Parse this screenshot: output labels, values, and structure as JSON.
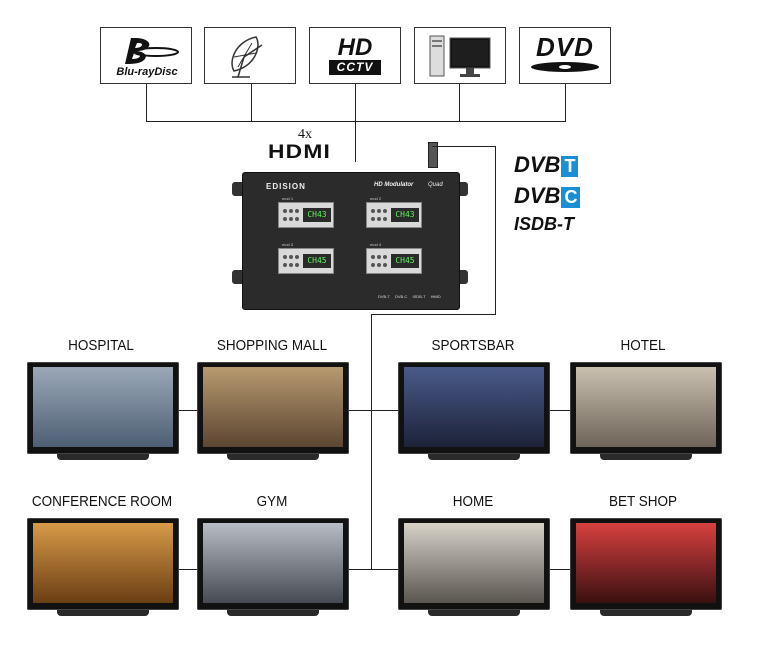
{
  "sources": [
    {
      "id": "bluray",
      "label": "Blu-rayDisc",
      "icon": "bluray-disc-icon"
    },
    {
      "id": "satellite",
      "label": "",
      "icon": "satellite-dish-icon"
    },
    {
      "id": "hdcctv",
      "label_top": "HD",
      "label_bottom": "CCTV",
      "icon": "hd-cctv-icon"
    },
    {
      "id": "pc",
      "label": "",
      "icon": "desktop-computer-icon"
    },
    {
      "id": "dvd",
      "label": "DVD",
      "icon": "dvd-icon"
    }
  ],
  "hdmi": {
    "count": "4x",
    "label": "HDMI"
  },
  "device": {
    "brand": "EDISION",
    "model": "HD Modulator",
    "model_tag": "Quad",
    "modules": [
      {
        "name": "mod 1",
        "channel": "CH43"
      },
      {
        "name": "mod 2",
        "channel": "CH43"
      },
      {
        "name": "mod 3",
        "channel": "CH45"
      },
      {
        "name": "mod 4",
        "channel": "CH45"
      }
    ],
    "output_labels": [
      "DVB-T",
      "DVB-C",
      "ISDB-T",
      "HMID"
    ]
  },
  "standards": {
    "dvbt_main": "DVB",
    "dvbt_box": "T",
    "dvbc_main": "DVB",
    "dvbc_box": "C",
    "isdb": "ISDB-T"
  },
  "locations": [
    {
      "label": "HOSPITAL",
      "color_a": "#9aa8b8",
      "color_b": "#4e5f73"
    },
    {
      "label": "SHOPPING MALL",
      "color_a": "#b89a70",
      "color_b": "#5c4632"
    },
    {
      "label": "SPORTSBAR",
      "color_a": "#4a5a8a",
      "color_b": "#1c2238"
    },
    {
      "label": "HOTEL",
      "color_a": "#c9c0b0",
      "color_b": "#6e6458"
    },
    {
      "label": "CONFERENCE ROOM",
      "color_a": "#d79a48",
      "color_b": "#6a3e14"
    },
    {
      "label": "GYM",
      "color_a": "#b8bcc4",
      "color_b": "#464a52"
    },
    {
      "label": "HOME",
      "color_a": "#d7d2c8",
      "color_b": "#5a5650"
    },
    {
      "label": "BET SHOP",
      "color_a": "#d84040",
      "color_b": "#3a1010"
    }
  ]
}
